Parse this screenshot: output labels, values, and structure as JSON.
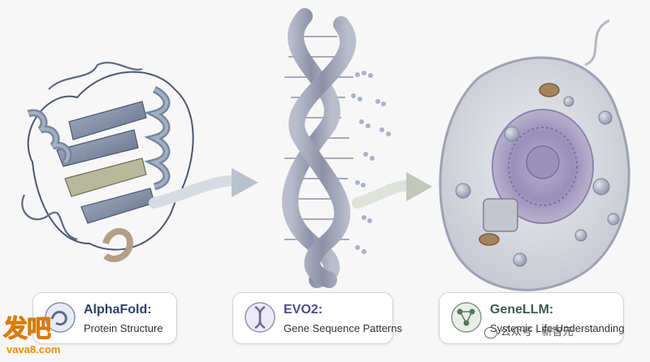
{
  "stages": [
    {
      "title": "AlphaFold:",
      "subtitle": "Protein Structure",
      "icon": "protein-icon",
      "accent": "#2f4066"
    },
    {
      "title": "EVO2:",
      "subtitle": "Gene Sequence Patterns",
      "icon": "dna-icon",
      "accent": "#4a4d8c"
    },
    {
      "title": "GeneLLM:",
      "subtitle": "Systemic Life Understanding",
      "icon": "network-icon",
      "accent": "#3a5f47"
    }
  ],
  "logo": {
    "brand": "发吧",
    "domain": "vava8.com"
  },
  "watermark": "公众号 · 新智元",
  "colors": {
    "protein": "#8391aa",
    "dna": "#9499ad",
    "cell": "#c9c9d3",
    "nucleus": "#a79ac2",
    "arrow": "#c9cfd6"
  }
}
